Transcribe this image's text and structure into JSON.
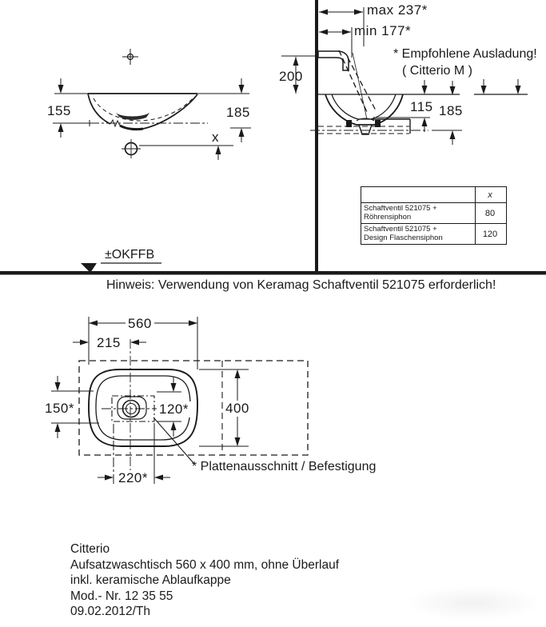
{
  "colors": {
    "ink": "#1a1a1a",
    "paper": "#ffffff"
  },
  "front_view": {
    "dim_height_inner": "155",
    "dim_height_outer": "185",
    "dim_x": "x"
  },
  "side_view": {
    "dim_reach_max": "max 237*",
    "dim_reach_min": "min 177*",
    "note_line1": "* Empfohlene Ausladung!",
    "note_line2": "( Citterio M )",
    "dim_faucet_height": "200",
    "dim_bowl_depth": "115",
    "dim_rim_height": "185"
  },
  "siphon_table": {
    "col_x_header": "x",
    "rows": [
      {
        "label_line1": "Schaftventil 521075 +",
        "label_line2": "Röhrensiphon",
        "x_value": "80"
      },
      {
        "label_line1": "Schaftventil 521075 +",
        "label_line2": "Design Flaschensiphon",
        "x_value": "120"
      }
    ]
  },
  "floor": {
    "level_label": "±OKFFB"
  },
  "hinweis": "Hinweis: Verwendung von Keramag Schaftventil 521075 erforderlich!",
  "plan_view": {
    "dim_width": "560",
    "dim_tap_offset": "215",
    "dim_left": "150*",
    "dim_cutout_height": "120*",
    "dim_depth": "400",
    "dim_cutout_width": "220*",
    "cutout_note": "* Plattenausschnitt / Befestigung"
  },
  "footer": {
    "series": "Citterio",
    "line1": "Aufsatzwaschtisch 560 x 400 mm, ohne Überlauf",
    "line2": "inkl. keramische Ablaufkappe",
    "line3": "Mod.- Nr. 12 35 55",
    "line4": "09.02.2012/Th"
  }
}
